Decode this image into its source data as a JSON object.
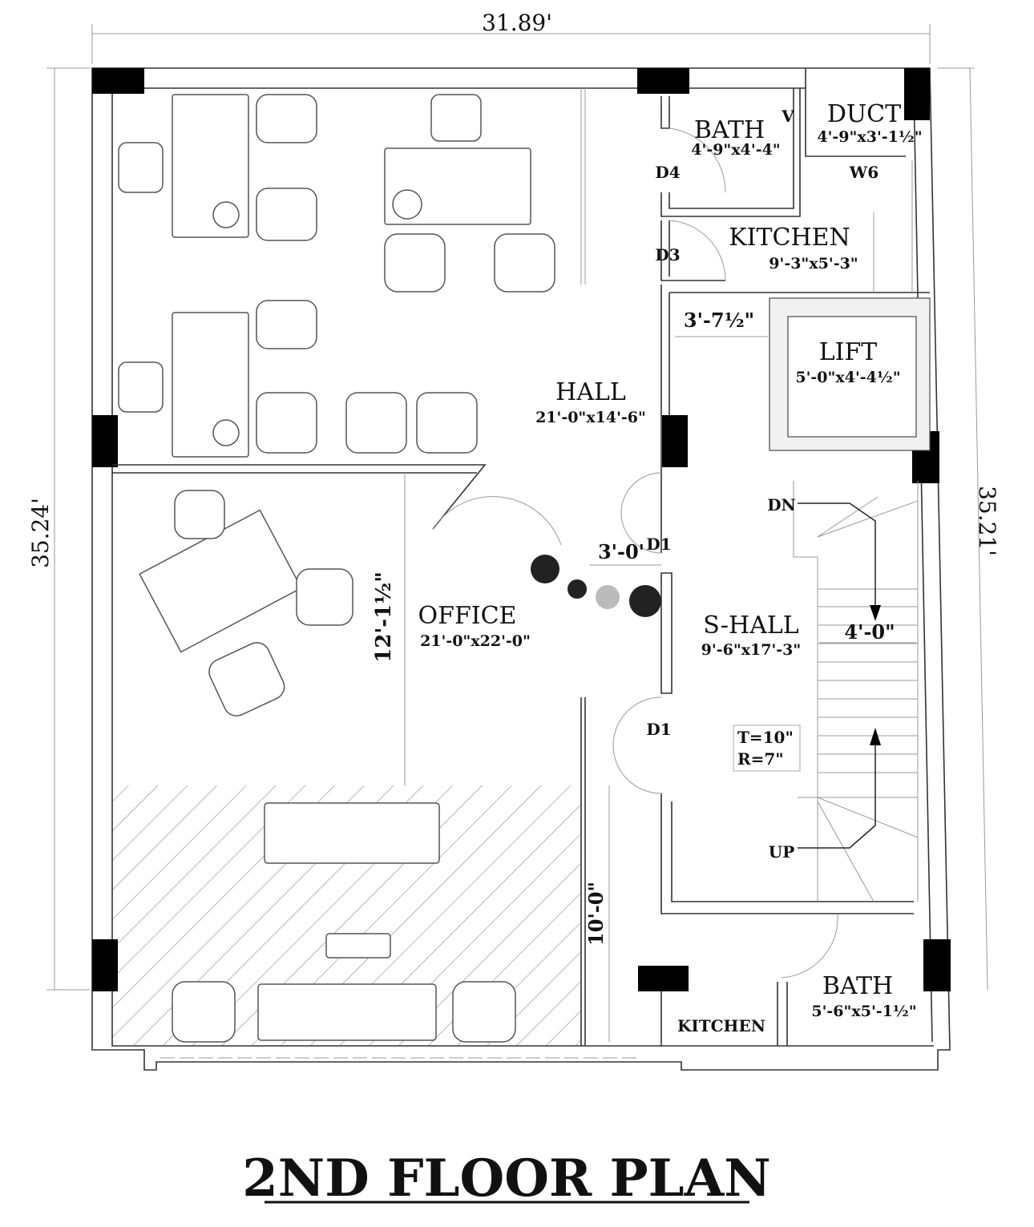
{
  "title": "2ND FLOOR PLAN",
  "overall_dimensions": {
    "width": "31.89'",
    "left_height": "35.24'",
    "right_height": "35.21'"
  },
  "rooms": {
    "bath_top": {
      "name": "BATH",
      "size": "4'-9\"x4'-4\""
    },
    "duct": {
      "name": "DUCT",
      "size": "4'-9\"x3'-1½\""
    },
    "kitchen_top": {
      "name": "KITCHEN",
      "size": "9'-3\"x5'-3\""
    },
    "lift": {
      "name": "LIFT",
      "size": "5'-0\"x4'-4½\""
    },
    "hall": {
      "name": "HALL",
      "size": "21'-0\"x14'-6\""
    },
    "office": {
      "name": "OFFICE",
      "size": "21'-0\"x22'-0\""
    },
    "s_hall": {
      "name": "S-HALL",
      "size": "9'-6\"x17'-3\""
    },
    "bath_bottom": {
      "name": "BATH",
      "size": "5'-6\"x5'-1½\""
    },
    "kitchen_bottom": {
      "name": "KITCHEN"
    }
  },
  "tags": {
    "v": "V",
    "d4": "D4",
    "d3": "D3",
    "w6": "W6",
    "d1_top": "D1",
    "d1_bottom": "D1",
    "dn": "DN",
    "up": "UP"
  },
  "dimensions": {
    "lift_lobby": "3'-7½\"",
    "door": "3'-0'",
    "stair_width": "4'-0\"",
    "office_depth": "12'-1½\"",
    "lounge": "10'-0\""
  },
  "stair_note": {
    "tread": "T=10\"",
    "riser": "R=7\""
  }
}
